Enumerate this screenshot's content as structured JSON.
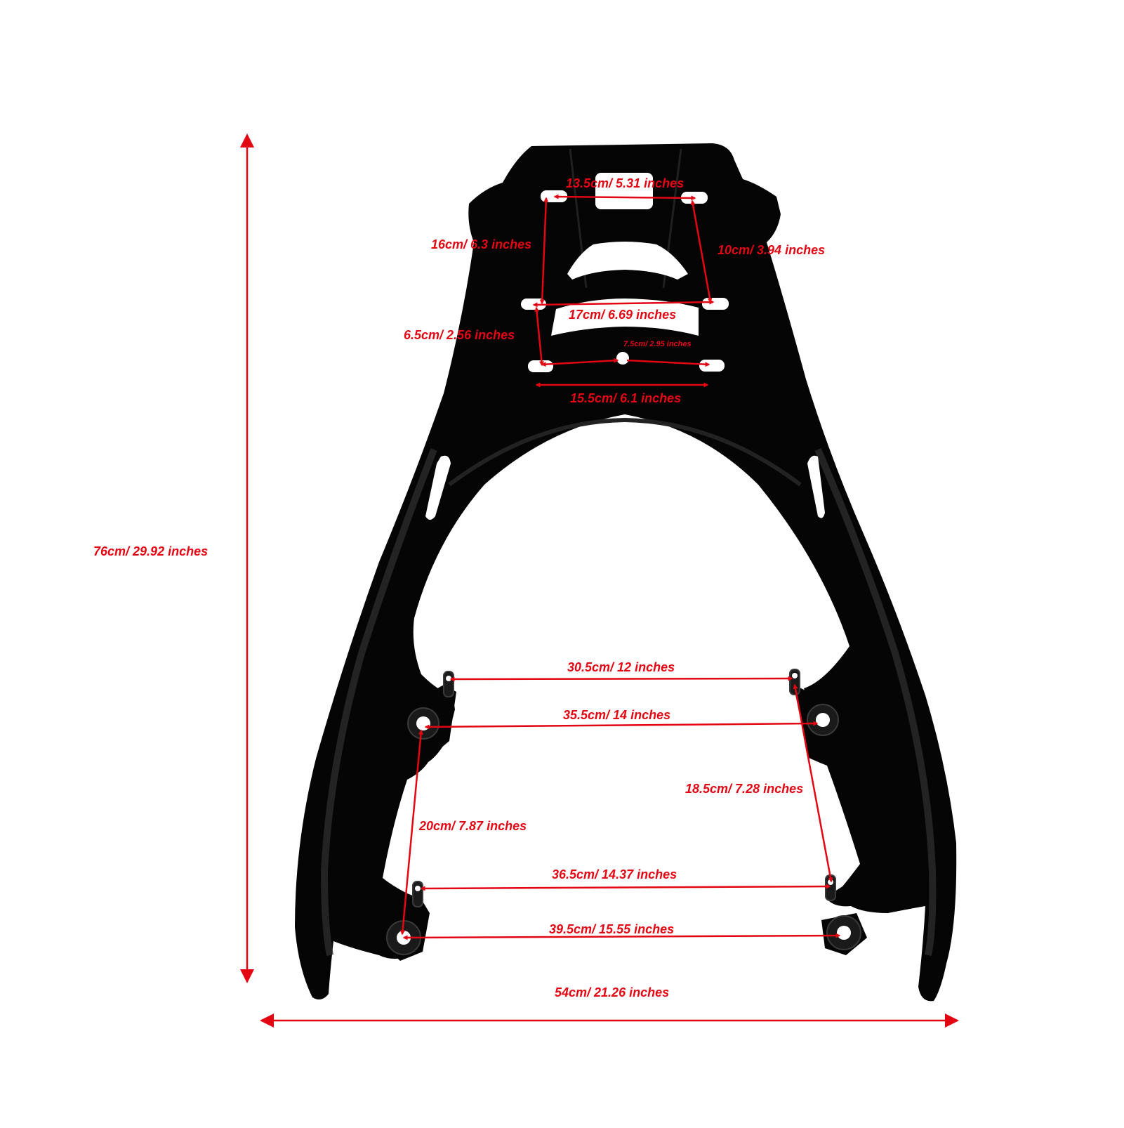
{
  "colors": {
    "background": "#ffffff",
    "rack": "#050505",
    "rack_highlight": "#2a2a2a",
    "dimension": "#e30613"
  },
  "dimensions": {
    "overall_height": "76cm/ 29.92 inches",
    "overall_width": "54cm/ 21.26 inches",
    "top_slot_spacing": "13.5cm/ 5.31 inches",
    "left_upper_vertical": "16cm/ 6.3 inches",
    "right_upper_vertical": "10cm/ 3.94 inches",
    "middle_slot_spacing": "17cm/ 6.69 inches",
    "left_lower_vertical": "6.5cm/ 2.56 inches",
    "center_hole_to_slot": "7.5cm/ 2.95 inches",
    "bottom_slot_spacing": "15.5cm/ 6.1 inches",
    "upper_tab_spacing": "30.5cm/ 12 inches",
    "upper_hole_spacing": "35.5cm/ 14 inches",
    "right_mount_vertical": "18.5cm/ 7.28 inches",
    "left_mount_vertical": "20cm/ 7.87 inches",
    "lower_tab_spacing": "36.5cm/ 14.37 inches",
    "lower_hole_spacing": "39.5cm/ 15.55 inches"
  }
}
